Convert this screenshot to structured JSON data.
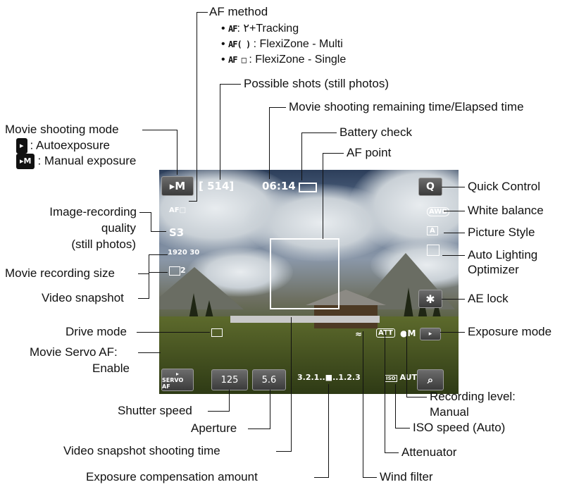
{
  "labels": {
    "af_method": "AF method",
    "af_opt1_code": "AF",
    "af_opt1_text": ": ٢+Tracking",
    "af_opt2_code": "AF( )",
    "af_opt2_text": ": FlexiZone - Multi",
    "af_opt3_code": "AF □",
    "af_opt3_text": ": FlexiZone - Single",
    "possible_shots": "Possible shots (still photos)",
    "movie_remaining": "Movie shooting remaining time/Elapsed time",
    "battery": "Battery check",
    "af_point": "AF point",
    "movie_mode": "Movie shooting mode",
    "mode_auto": ": Autoexposure",
    "mode_manual": ": Manual exposure",
    "quick_control": "Quick Control",
    "white_balance": "White balance",
    "picture_style": "Picture Style",
    "alo_1": "Auto Lighting",
    "alo_2": "Optimizer",
    "iq_1": "Image-recording",
    "iq_2": "quality",
    "iq_3": "(still photos)",
    "movie_size": "Movie recording size",
    "video_snapshot": "Video snapshot",
    "ae_lock": "AE lock",
    "drive_mode": "Drive mode",
    "exposure_mode": "Exposure mode",
    "servo_1": "Movie Servo AF:",
    "servo_2": "Enable",
    "shutter": "Shutter speed",
    "aperture": "Aperture",
    "rec_level_1": "Recording level:",
    "rec_level_2": "Manual",
    "iso": "ISO speed (Auto)",
    "snapshot_time": "Video snapshot shooting time",
    "attenuator": "Attenuator",
    "exp_comp": "Exposure compensation amount",
    "wind_filter": "Wind filter"
  },
  "screen": {
    "shots": "[ 514]",
    "time": "06:14",
    "af_mode": "AF□",
    "quality": "S3",
    "size_1": "1920",
    "size_2": "30",
    "snapshot": "2",
    "q_button": "Q",
    "awb": "AWB",
    "style": "A",
    "ae_star": "✱",
    "shutter_value": "125",
    "aperture_value": "5.6",
    "exp_scale": "3.2.1..■..1.2.3",
    "iso_value": "AUTO",
    "iso_tag": "ISO",
    "att": "ATT",
    "servo_text": "SERVO AF",
    "mode_m": "M",
    "search": "⌕"
  }
}
